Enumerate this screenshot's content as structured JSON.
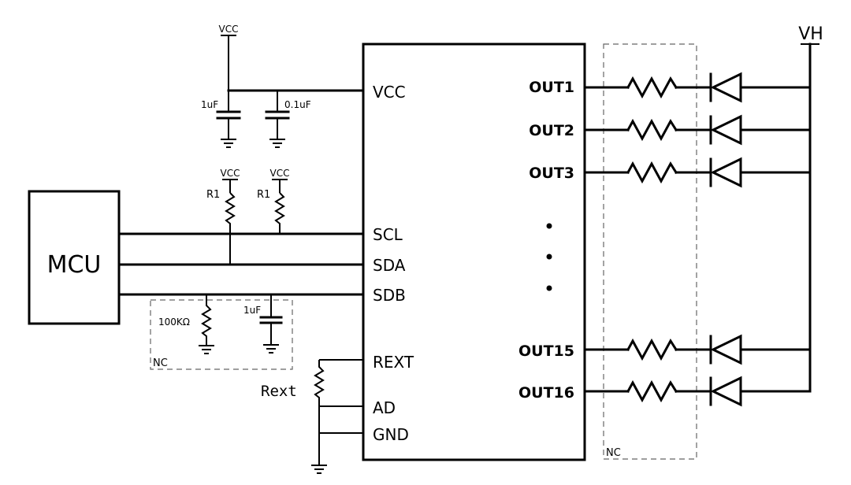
{
  "mcu": {
    "label": "MCU"
  },
  "ic": {
    "left_pins": [
      "VCC",
      "SCL",
      "SDA",
      "SDB",
      "REXT",
      "AD",
      "GND"
    ],
    "outputs": [
      "OUT1",
      "OUT2",
      "OUT3",
      "OUT15",
      "OUT16"
    ]
  },
  "supply": {
    "vcc_label": "VCC",
    "vh_label": "VH"
  },
  "components": {
    "cap_bulk": "1uF",
    "cap_decouple": "0.1uF",
    "pullup_left": "R1",
    "pullup_right": "R1",
    "sdb_resistor": "100KΩ",
    "sdb_cap": "1uF",
    "rext": "Rext"
  },
  "not_connected_labels": [
    "NC",
    "NC"
  ]
}
